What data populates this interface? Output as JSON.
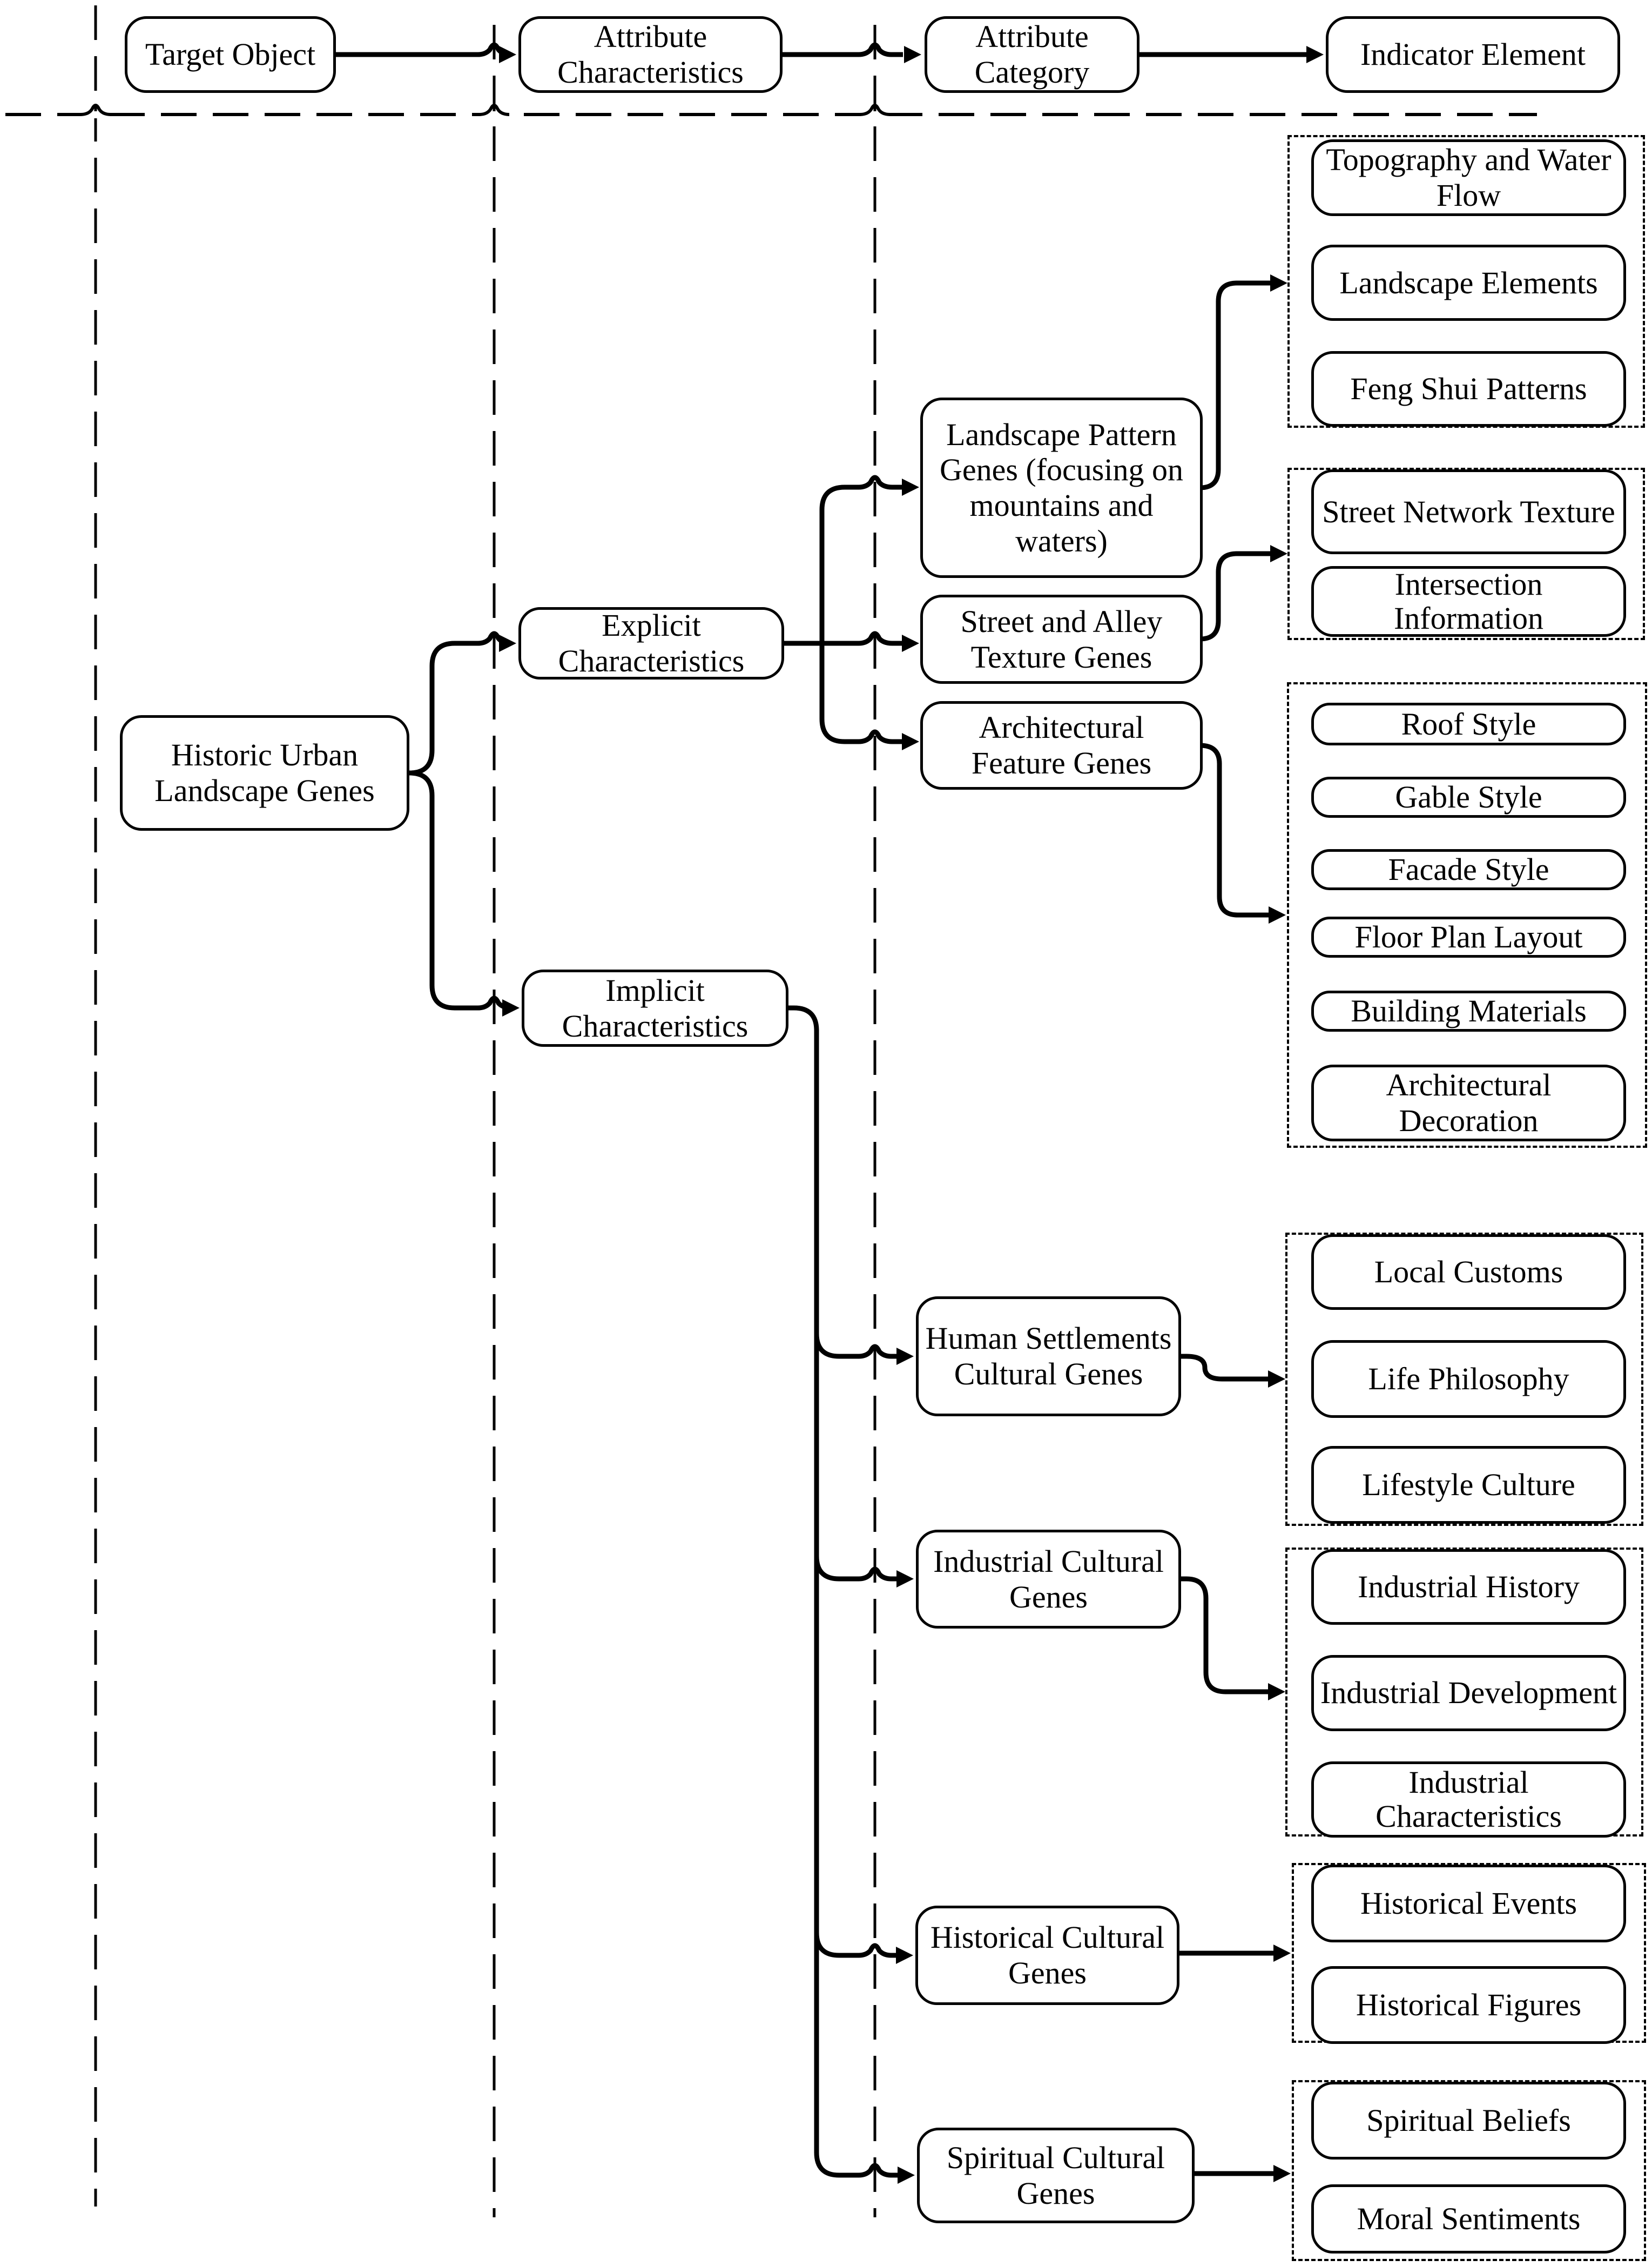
{
  "header": {
    "target_object": "Target Object",
    "attribute_characteristics": "Attribute Characteristics",
    "attribute_category": "Attribute Category",
    "indicator_element": "Indicator Element"
  },
  "root": {
    "label": "Historic Urban Landscape Genes"
  },
  "characteristics": {
    "explicit": "Explicit Characteristics",
    "implicit": "Implicit Characteristics"
  },
  "categories": {
    "landscape_pattern": "Landscape Pattern Genes (focusing on mountains and waters)",
    "street_alley": "Street and Alley Texture Genes",
    "architectural_feature": "Architectural Feature Genes",
    "human_settlements": "Human Settlements Cultural Genes",
    "industrial": "Industrial Cultural Genes",
    "historical": "Historical Cultural Genes",
    "spiritual": "Spiritual Cultural Genes"
  },
  "indicators": {
    "landscape": [
      "Topography and Water Flow",
      "Landscape Elements",
      "Feng Shui Patterns"
    ],
    "street": [
      "Street Network Texture",
      "Intersection Information"
    ],
    "architecture": [
      "Roof Style",
      "Gable Style",
      "Facade Style",
      "Floor Plan Layout",
      "Building Materials",
      "Architectural Decoration"
    ],
    "human": [
      "Local Customs",
      "Life Philosophy",
      "Lifestyle Culture"
    ],
    "industrial": [
      "Industrial History",
      "Industrial Development",
      "Industrial Characteristics"
    ],
    "historical": [
      "Historical Events",
      "Historical Figures"
    ],
    "spiritual": [
      "Spiritual Beliefs",
      "Moral Sentiments"
    ]
  },
  "colors": {
    "line": "#000000",
    "background": "#ffffff"
  }
}
